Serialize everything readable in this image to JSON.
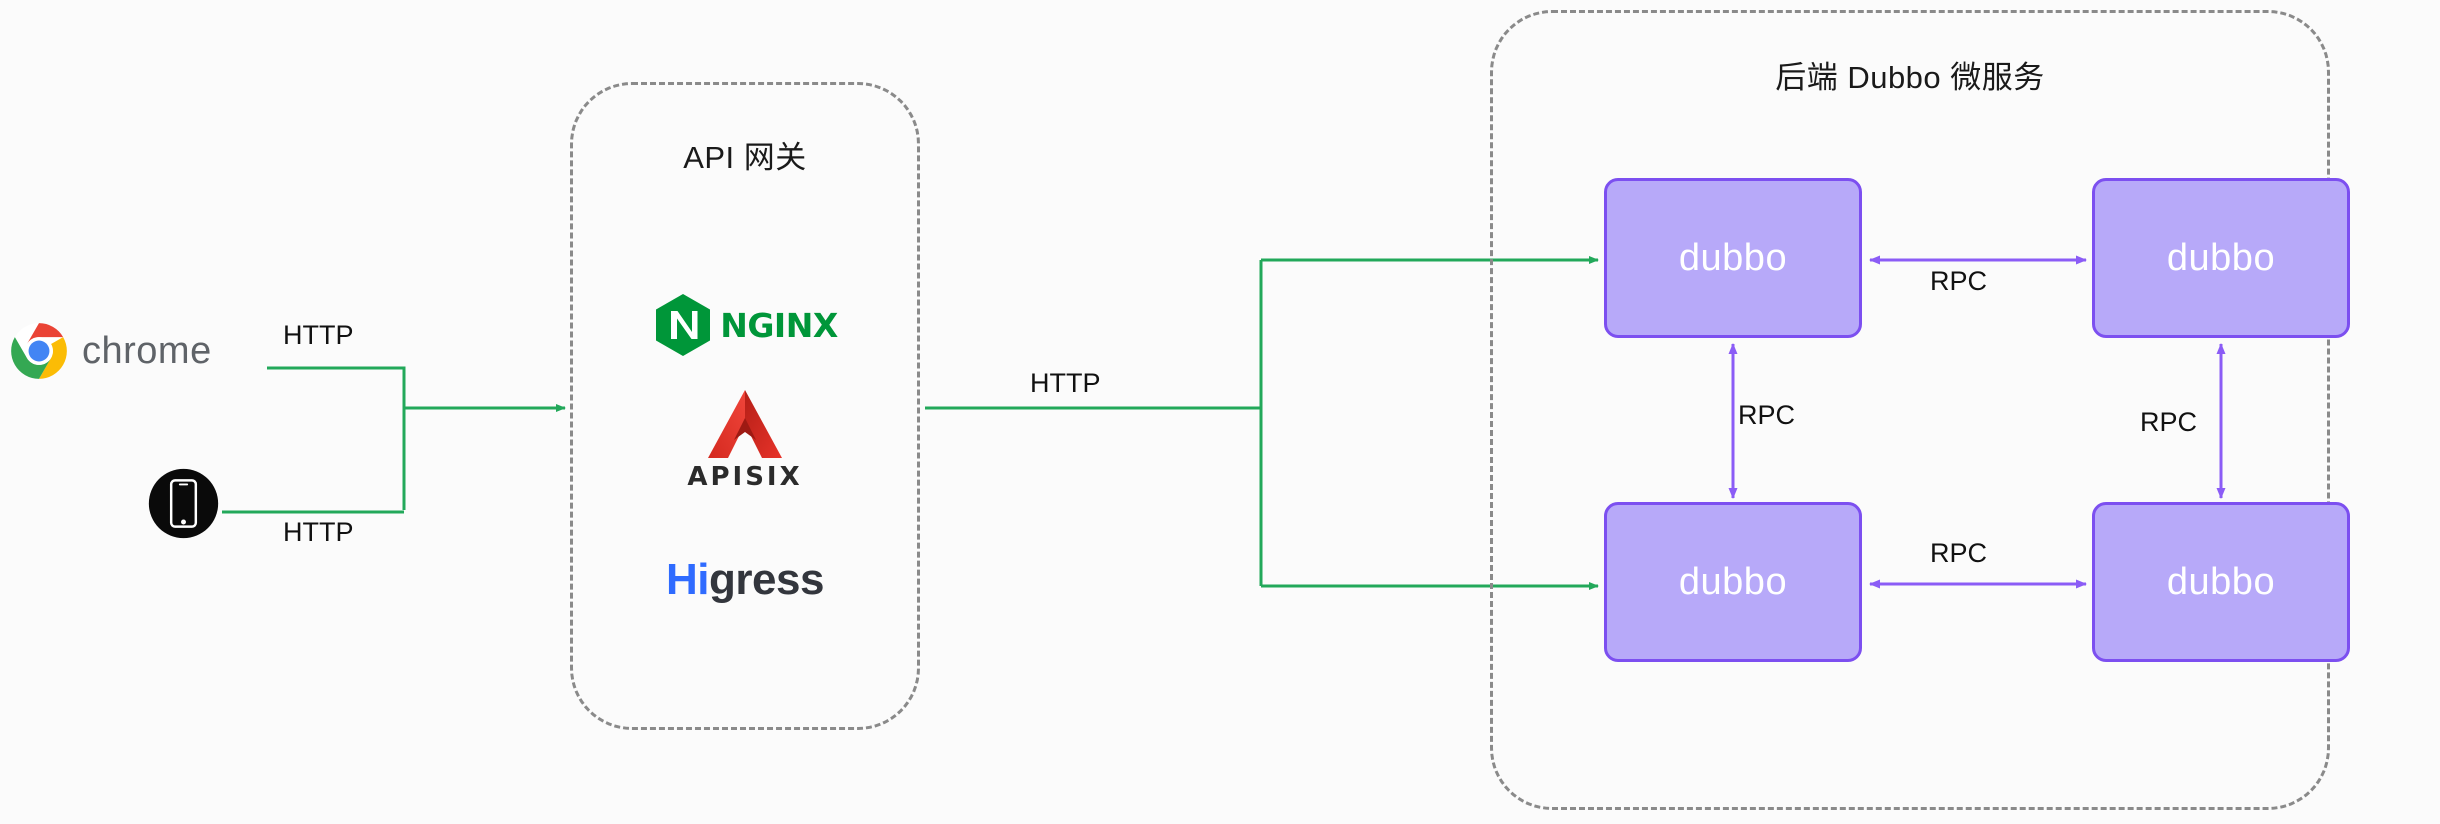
{
  "diagram": {
    "title": "API Gateway to Dubbo Microservices Architecture",
    "background": "#fbfbfb"
  },
  "clients": {
    "chrome": {
      "label": "chrome",
      "icon": "chrome-logo-icon"
    },
    "mobile": {
      "icon": "mobile-phone-icon"
    }
  },
  "gateway": {
    "title": "API 网关",
    "vendors": [
      {
        "name": "nginx",
        "wordmark": "NGINX",
        "mark": "N",
        "color": "#009639"
      },
      {
        "name": "apisix",
        "wordmark": "APISIX",
        "color": "#e8332a"
      },
      {
        "name": "higress",
        "wordmark_accent": "Hi",
        "wordmark_rest": "gress",
        "accent_color": "#2f6bff",
        "color": "#33363d"
      }
    ]
  },
  "backend": {
    "title": "后端 Dubbo 微服务",
    "nodes": [
      {
        "id": "dubbo-top-left",
        "label": "dubbo"
      },
      {
        "id": "dubbo-top-right",
        "label": "dubbo"
      },
      {
        "id": "dubbo-bottom-left",
        "label": "dubbo"
      },
      {
        "id": "dubbo-bottom-right",
        "label": "dubbo"
      }
    ],
    "node_fill": "#b7a9f9",
    "node_border": "#7c4ff0"
  },
  "edges": {
    "http_chrome": "HTTP",
    "http_mobile": "HTTP",
    "http_gateway": "HTTP",
    "rpc_top": "RPC",
    "rpc_bottom": "RPC",
    "rpc_left": "RPC",
    "rpc_right": "RPC",
    "http_color": "#22a85a",
    "rpc_color": "#8b5cf6"
  }
}
